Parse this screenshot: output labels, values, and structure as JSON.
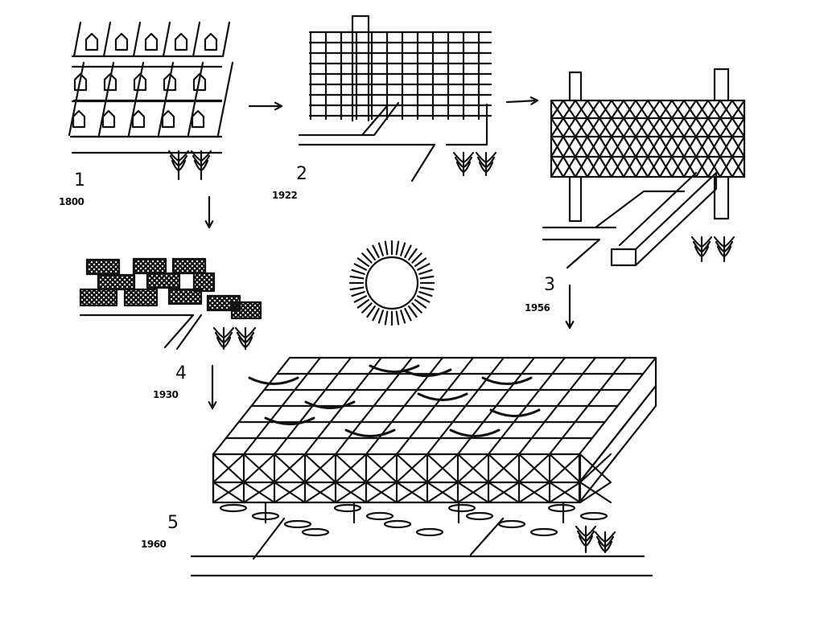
{
  "stages": [
    {
      "number": "1",
      "year": "1800"
    },
    {
      "number": "2",
      "year": "1922"
    },
    {
      "number": "3",
      "year": "1956"
    },
    {
      "number": "4",
      "year": "1930"
    },
    {
      "number": "5",
      "year": "1960"
    }
  ],
  "colors": {
    "ink": "#111111",
    "paper": "#ffffff"
  }
}
